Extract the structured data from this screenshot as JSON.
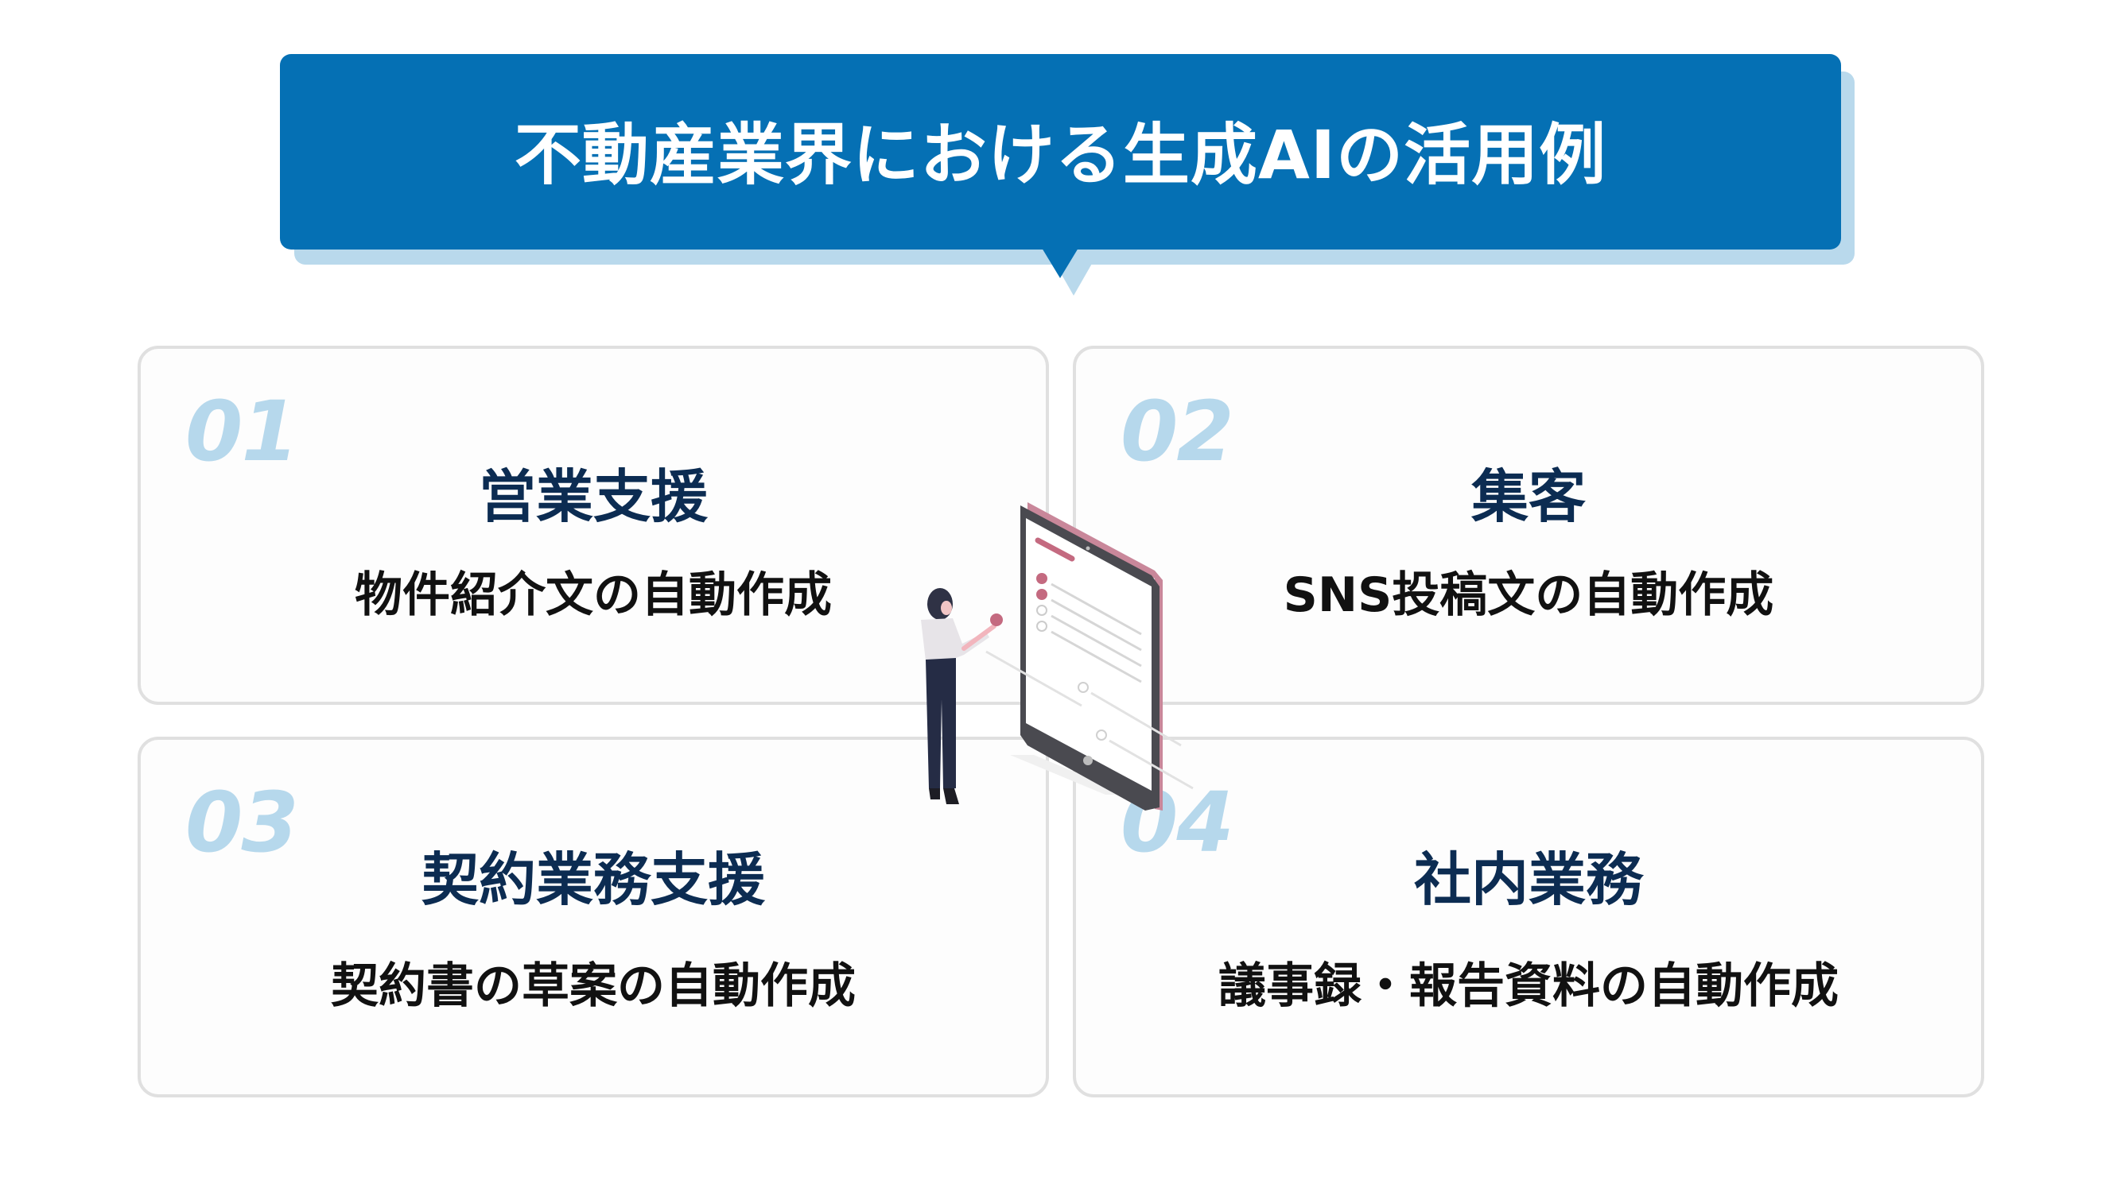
{
  "banner": {
    "title": "不動産業界における生成AIの活用例"
  },
  "cards": [
    {
      "number": "01",
      "title": "営業支援",
      "subtitle": "物件紹介文の自動作成"
    },
    {
      "number": "02",
      "title": "集客",
      "subtitle": "SNS投稿文の自動作成"
    },
    {
      "number": "03",
      "title": "契約業務支援",
      "subtitle": "契約書の草案の自動作成"
    },
    {
      "number": "04",
      "title": "社内業務",
      "subtitle": "議事録・報告資料の自動作成"
    }
  ],
  "illustration": {
    "subject": "woman-touching-tablet-checklist",
    "colors": {
      "tablet_frame": "#4a4a50",
      "tablet_edge": "#c9879a",
      "accent": "#c46a80",
      "pants": "#2a3150"
    }
  },
  "colors": {
    "banner": "#0570b4",
    "banner_shadow": "#b9d9ec",
    "card_border": "#e0e0e0",
    "number": "#b6d8ec",
    "title": "#0c2c52",
    "subtitle": "#111111"
  }
}
